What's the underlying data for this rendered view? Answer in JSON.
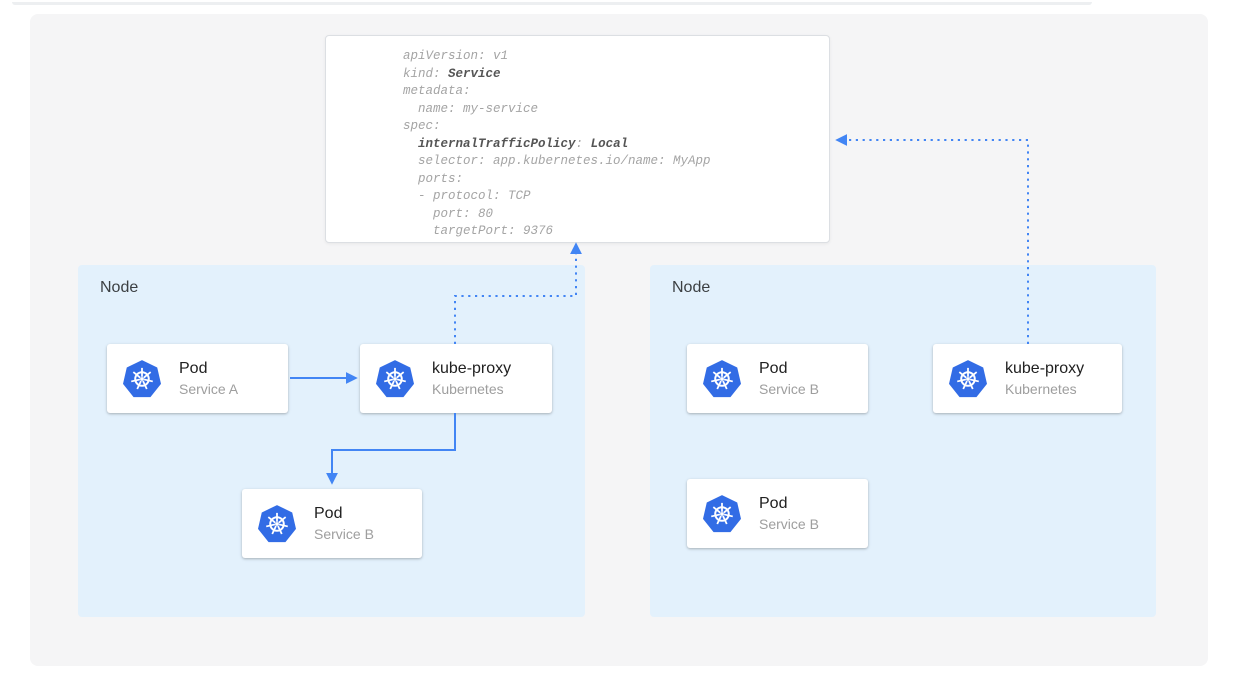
{
  "colors": {
    "arrow": "#4285f4",
    "k8s_blue": "#326ce5",
    "node_bg": "#e3f1fc",
    "canvas_bg": "#f5f5f6"
  },
  "yaml_card": {
    "lines": [
      [
        [
          "apiVersion: v1",
          false
        ]
      ],
      [
        [
          "kind: ",
          false
        ],
        [
          "Service",
          true
        ]
      ],
      [
        [
          "metadata:",
          false
        ]
      ],
      [
        [
          "  name: my-service",
          false
        ]
      ],
      [
        [
          "spec:",
          false
        ]
      ],
      [
        [
          "  ",
          false
        ],
        [
          "internalTrafficPolicy",
          true
        ],
        [
          ": ",
          false
        ],
        [
          "Local",
          true
        ]
      ],
      [
        [
          "  selector: app.kubernetes.io/name: MyApp",
          false
        ]
      ],
      [
        [
          "  ports:",
          false
        ]
      ],
      [
        [
          "  - protocol: TCP",
          false
        ]
      ],
      [
        [
          "    port: 80",
          false
        ]
      ],
      [
        [
          "    targetPort: 9376",
          false
        ]
      ]
    ]
  },
  "nodes": [
    {
      "label": "Node",
      "cards": [
        {
          "title": "Pod",
          "subtitle": "Service A",
          "icon": "kubernetes-logo"
        },
        {
          "title": "kube-proxy",
          "subtitle": "Kubernetes",
          "icon": "kubernetes-logo"
        },
        {
          "title": "Pod",
          "subtitle": "Service B",
          "icon": "kubernetes-logo"
        }
      ]
    },
    {
      "label": "Node",
      "cards": [
        {
          "title": "Pod",
          "subtitle": "Service B",
          "icon": "kubernetes-logo"
        },
        {
          "title": "kube-proxy",
          "subtitle": "Kubernetes",
          "icon": "kubernetes-logo"
        },
        {
          "title": "Pod",
          "subtitle": "Service B",
          "icon": "kubernetes-logo"
        }
      ]
    }
  ]
}
